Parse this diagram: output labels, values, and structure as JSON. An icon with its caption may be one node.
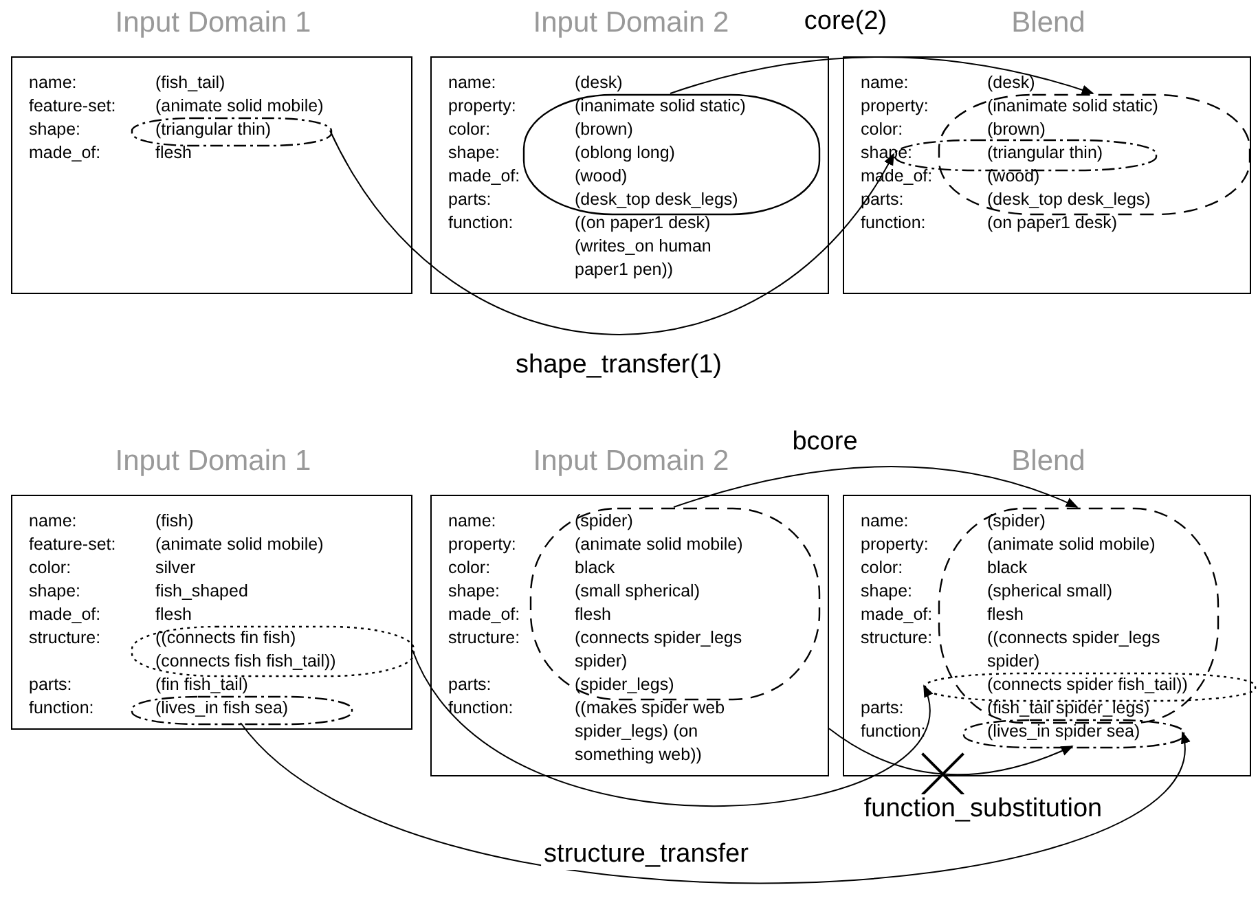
{
  "diagram": {
    "nodes": [
      {
        "text": [
          "Input Domain 1",
          "name:",
          "(fish_tail)",
          "feature-set:",
          "(animate solid mobile)",
          "shape:",
          "made_of:",
          "flesh"
        ]
      },
      {
        "text": [
          "(triangular thin)"
        ],
        "in": 0
      },
      {
        "text": [
          "Input Domain 2",
          "name:",
          "(desk)",
          "property:",
          "color:",
          "shape:",
          "made_of:",
          "parts:",
          "function:",
          "((on paper1 desk) (writes_on human paper1 pen))"
        ]
      },
      {
        "text": [
          "(inanimate solid static)",
          "(brown)",
          "(oblong long)",
          "(wood)",
          "(desk_top desk_legs)"
        ],
        "in": 2
      },
      {
        "text": [
          "Blend",
          "name:",
          "(desk)",
          "property:",
          "color:",
          "shape:",
          "made_of:",
          "parts:",
          "function:",
          "(on paper1 desk)"
        ]
      },
      {
        "text": [
          "(inanimate solid static)",
          "(brown)",
          "(wood)",
          "(desk_top desk_legs)"
        ],
        "in": 4
      },
      {
        "text": [
          "(triangular thin)"
        ],
        "in": 4
      },
      {
        "text": [
          "Input Domain 1",
          "name:",
          "(fish)",
          "feature-set:",
          "(animate solid mobile)",
          "color:",
          "silver",
          "shape:",
          "fish_shaped",
          "made_of:",
          "flesh",
          "structure:",
          "parts:",
          "(fin fish_tail)",
          "function:"
        ]
      },
      {
        "text": [
          "((connects fin fish) (connects fish fish_tail))"
        ],
        "in": 7
      },
      {
        "text": [
          "(lives_in fish sea)"
        ],
        "in": 7
      },
      {
        "text": [
          "Input Domain 2",
          "name:",
          "property:",
          "color:",
          "shape:",
          "made_of:",
          "structure:",
          "parts:",
          "function:",
          "((makes spider web spider_legs) (on something web))"
        ]
      },
      {
        "text": [
          "(spider)",
          "(animate solid mobile)",
          "black",
          "(small spherical)",
          "flesh",
          "(connects spider_legs spider)",
          "(spider_legs)"
        ],
        "in": 10
      },
      {
        "text": [
          "Blend",
          "name:",
          "property:",
          "color:",
          "shape:",
          "made_of:",
          "structure:",
          "parts:",
          "function:"
        ]
      },
      {
        "text": [
          "(spider)",
          "(animate solid mobile)",
          "black",
          "(spherical small)",
          "flesh",
          "((connects spider_legs spider)",
          "(fish_tail spider_legs)"
        ],
        "in": 12
      },
      {
        "text": [
          "(connects spider fish_tail))"
        ],
        "in": 12
      },
      {
        "text": [
          "(lives_in spider sea)"
        ],
        "in": 12
      }
    ],
    "edges": [
      {
        "from": 3,
        "to": 5,
        "arrow": "to",
        "label": "core(2)"
      },
      {
        "from": 1,
        "to": 6,
        "arrow": "to",
        "label": "shape_transfer(1)"
      },
      {
        "from": 11,
        "to": 13,
        "arrow": "to",
        "label": "bcore"
      },
      {
        "from": 8,
        "to": 14,
        "arrow": "to",
        "label": "structure_transfer"
      },
      {
        "from": 10,
        "to": 15,
        "arrow": "to",
        "label": "function_substitution"
      },
      {
        "from": 9,
        "to": 15,
        "arrow": "to"
      }
    ]
  }
}
